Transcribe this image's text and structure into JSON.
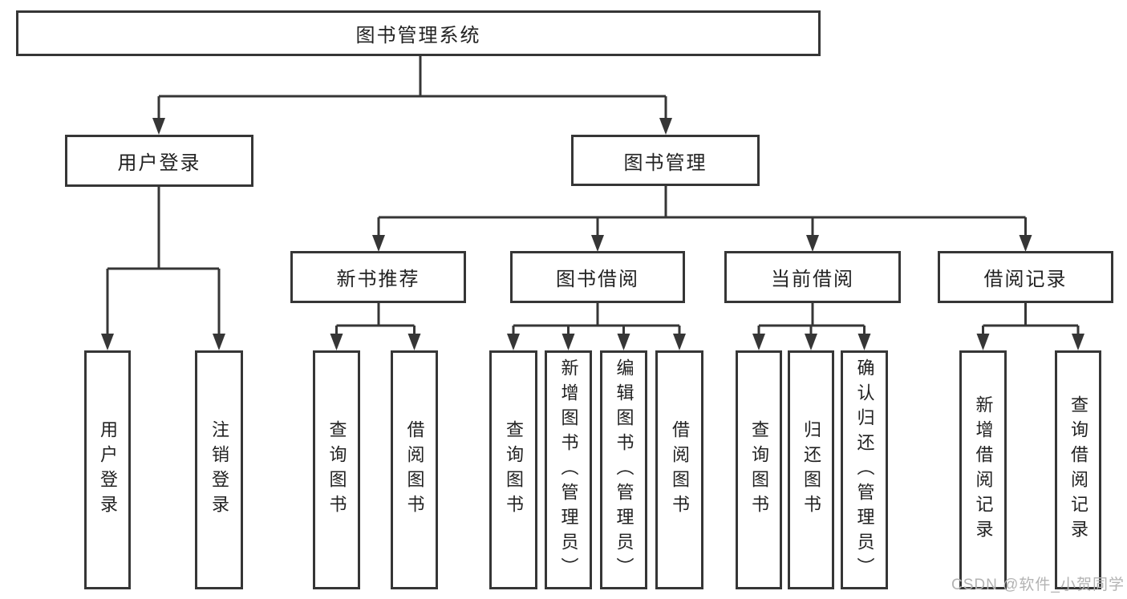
{
  "tree": {
    "root": {
      "label": "图书管理系统"
    },
    "branches": [
      {
        "label": "用户登录",
        "children": [
          {
            "label": "用户登录"
          },
          {
            "label": "注销登录"
          }
        ]
      },
      {
        "label": "图书管理",
        "sections": [
          {
            "label": "新书推荐",
            "children": [
              {
                "label": "查询图书"
              },
              {
                "label": "借阅图书"
              }
            ]
          },
          {
            "label": "图书借阅",
            "children": [
              {
                "label": "查询图书"
              },
              {
                "label": "新增图书（管理员）"
              },
              {
                "label": "编辑图书（管理员）"
              },
              {
                "label": "借阅图书"
              }
            ]
          },
          {
            "label": "当前借阅",
            "children": [
              {
                "label": "查询图书"
              },
              {
                "label": "归还图书"
              },
              {
                "label": "确认归还（管理员）"
              }
            ]
          },
          {
            "label": "借阅记录",
            "children": [
              {
                "label": "新增借阅记录"
              },
              {
                "label": "查询借阅记录"
              }
            ]
          }
        ]
      }
    ]
  },
  "watermark": "CSDN @软件_小贺同学",
  "colors": {
    "line": "#363636",
    "text": "#222222",
    "watermark": "#b3b3b3",
    "box_background": "#ffffff"
  }
}
